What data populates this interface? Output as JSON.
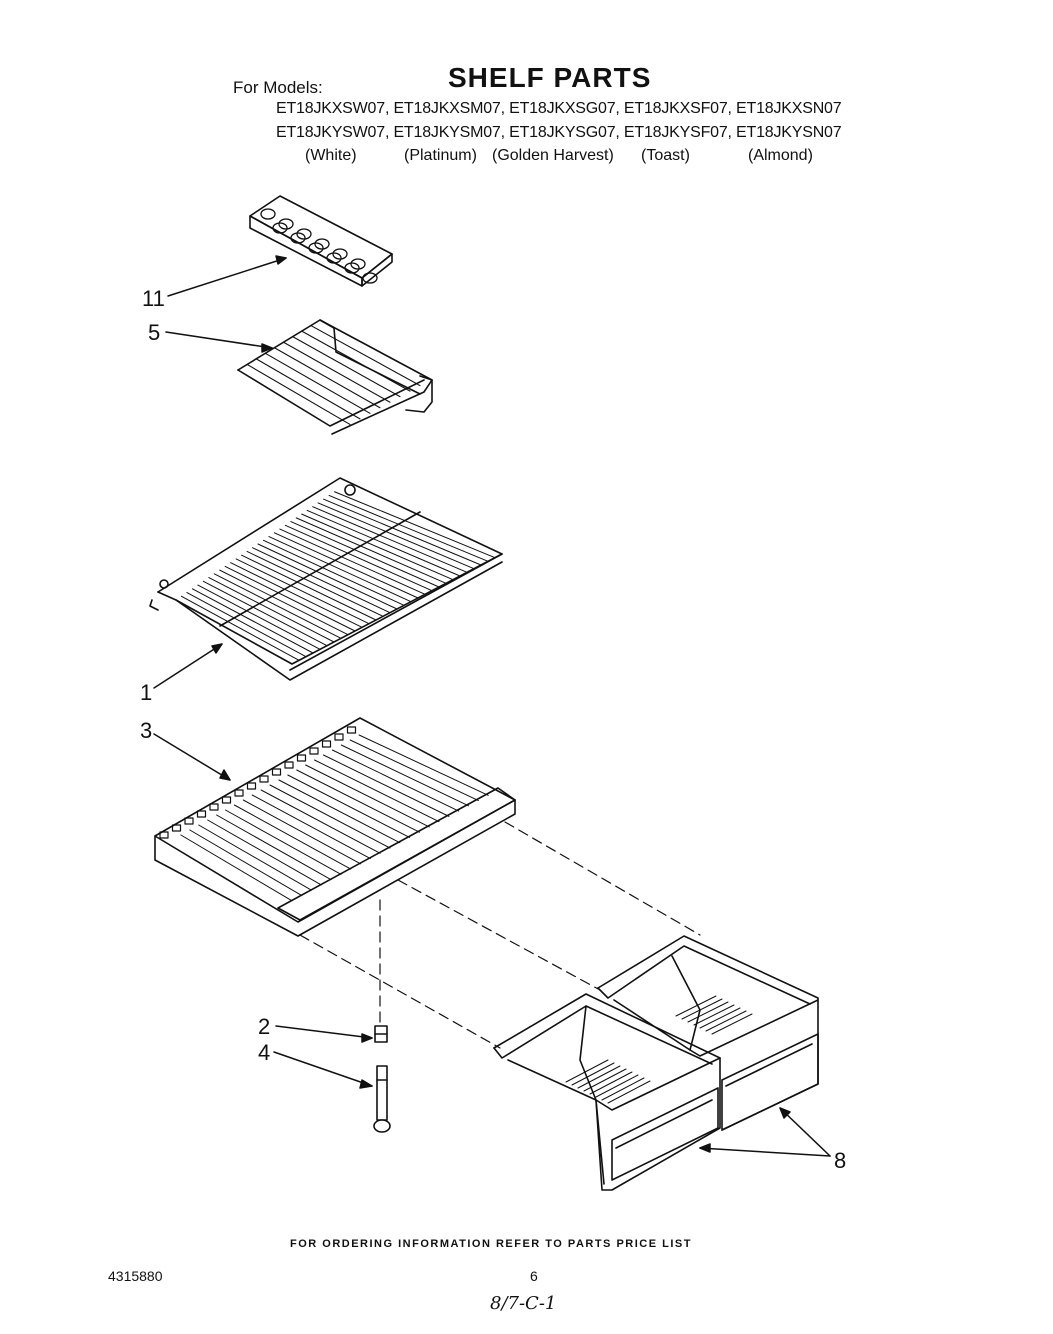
{
  "header": {
    "for_models_label": "For Models:",
    "title": "SHELF PARTS",
    "model_row_1": "ET18JKXSW07, ET18JKXSM07, ET18JKXSG07, ET18JKXSF07, ET18JKXSN07",
    "model_row_2": "ET18JKYSW07, ET18JKYSM07, ET18JKYSG07, ET18JKYSF07, ET18JKYSN07",
    "colors": [
      "(White)",
      "(Platinum)",
      "(Golden Harvest)",
      "(Toast)",
      "(Almond)"
    ]
  },
  "callouts": {
    "ice_tray": "11",
    "small_shelf": "5",
    "wire_shelf": "1",
    "crisper_shelf": "3",
    "cap": "2",
    "support": "4",
    "crisper_pans": "8"
  },
  "footer": {
    "ordering_note": "FOR ORDERING INFORMATION REFER TO PARTS PRICE LIST",
    "doc_number": "4315880",
    "page_number": "6",
    "handwritten_note": "8/7-C-1"
  },
  "icons": [
    "ice-tray-icon",
    "small-shelf-icon",
    "wire-shelf-icon",
    "crisper-shelf-icon",
    "cap-icon",
    "support-post-icon",
    "crisper-pan-icon"
  ]
}
